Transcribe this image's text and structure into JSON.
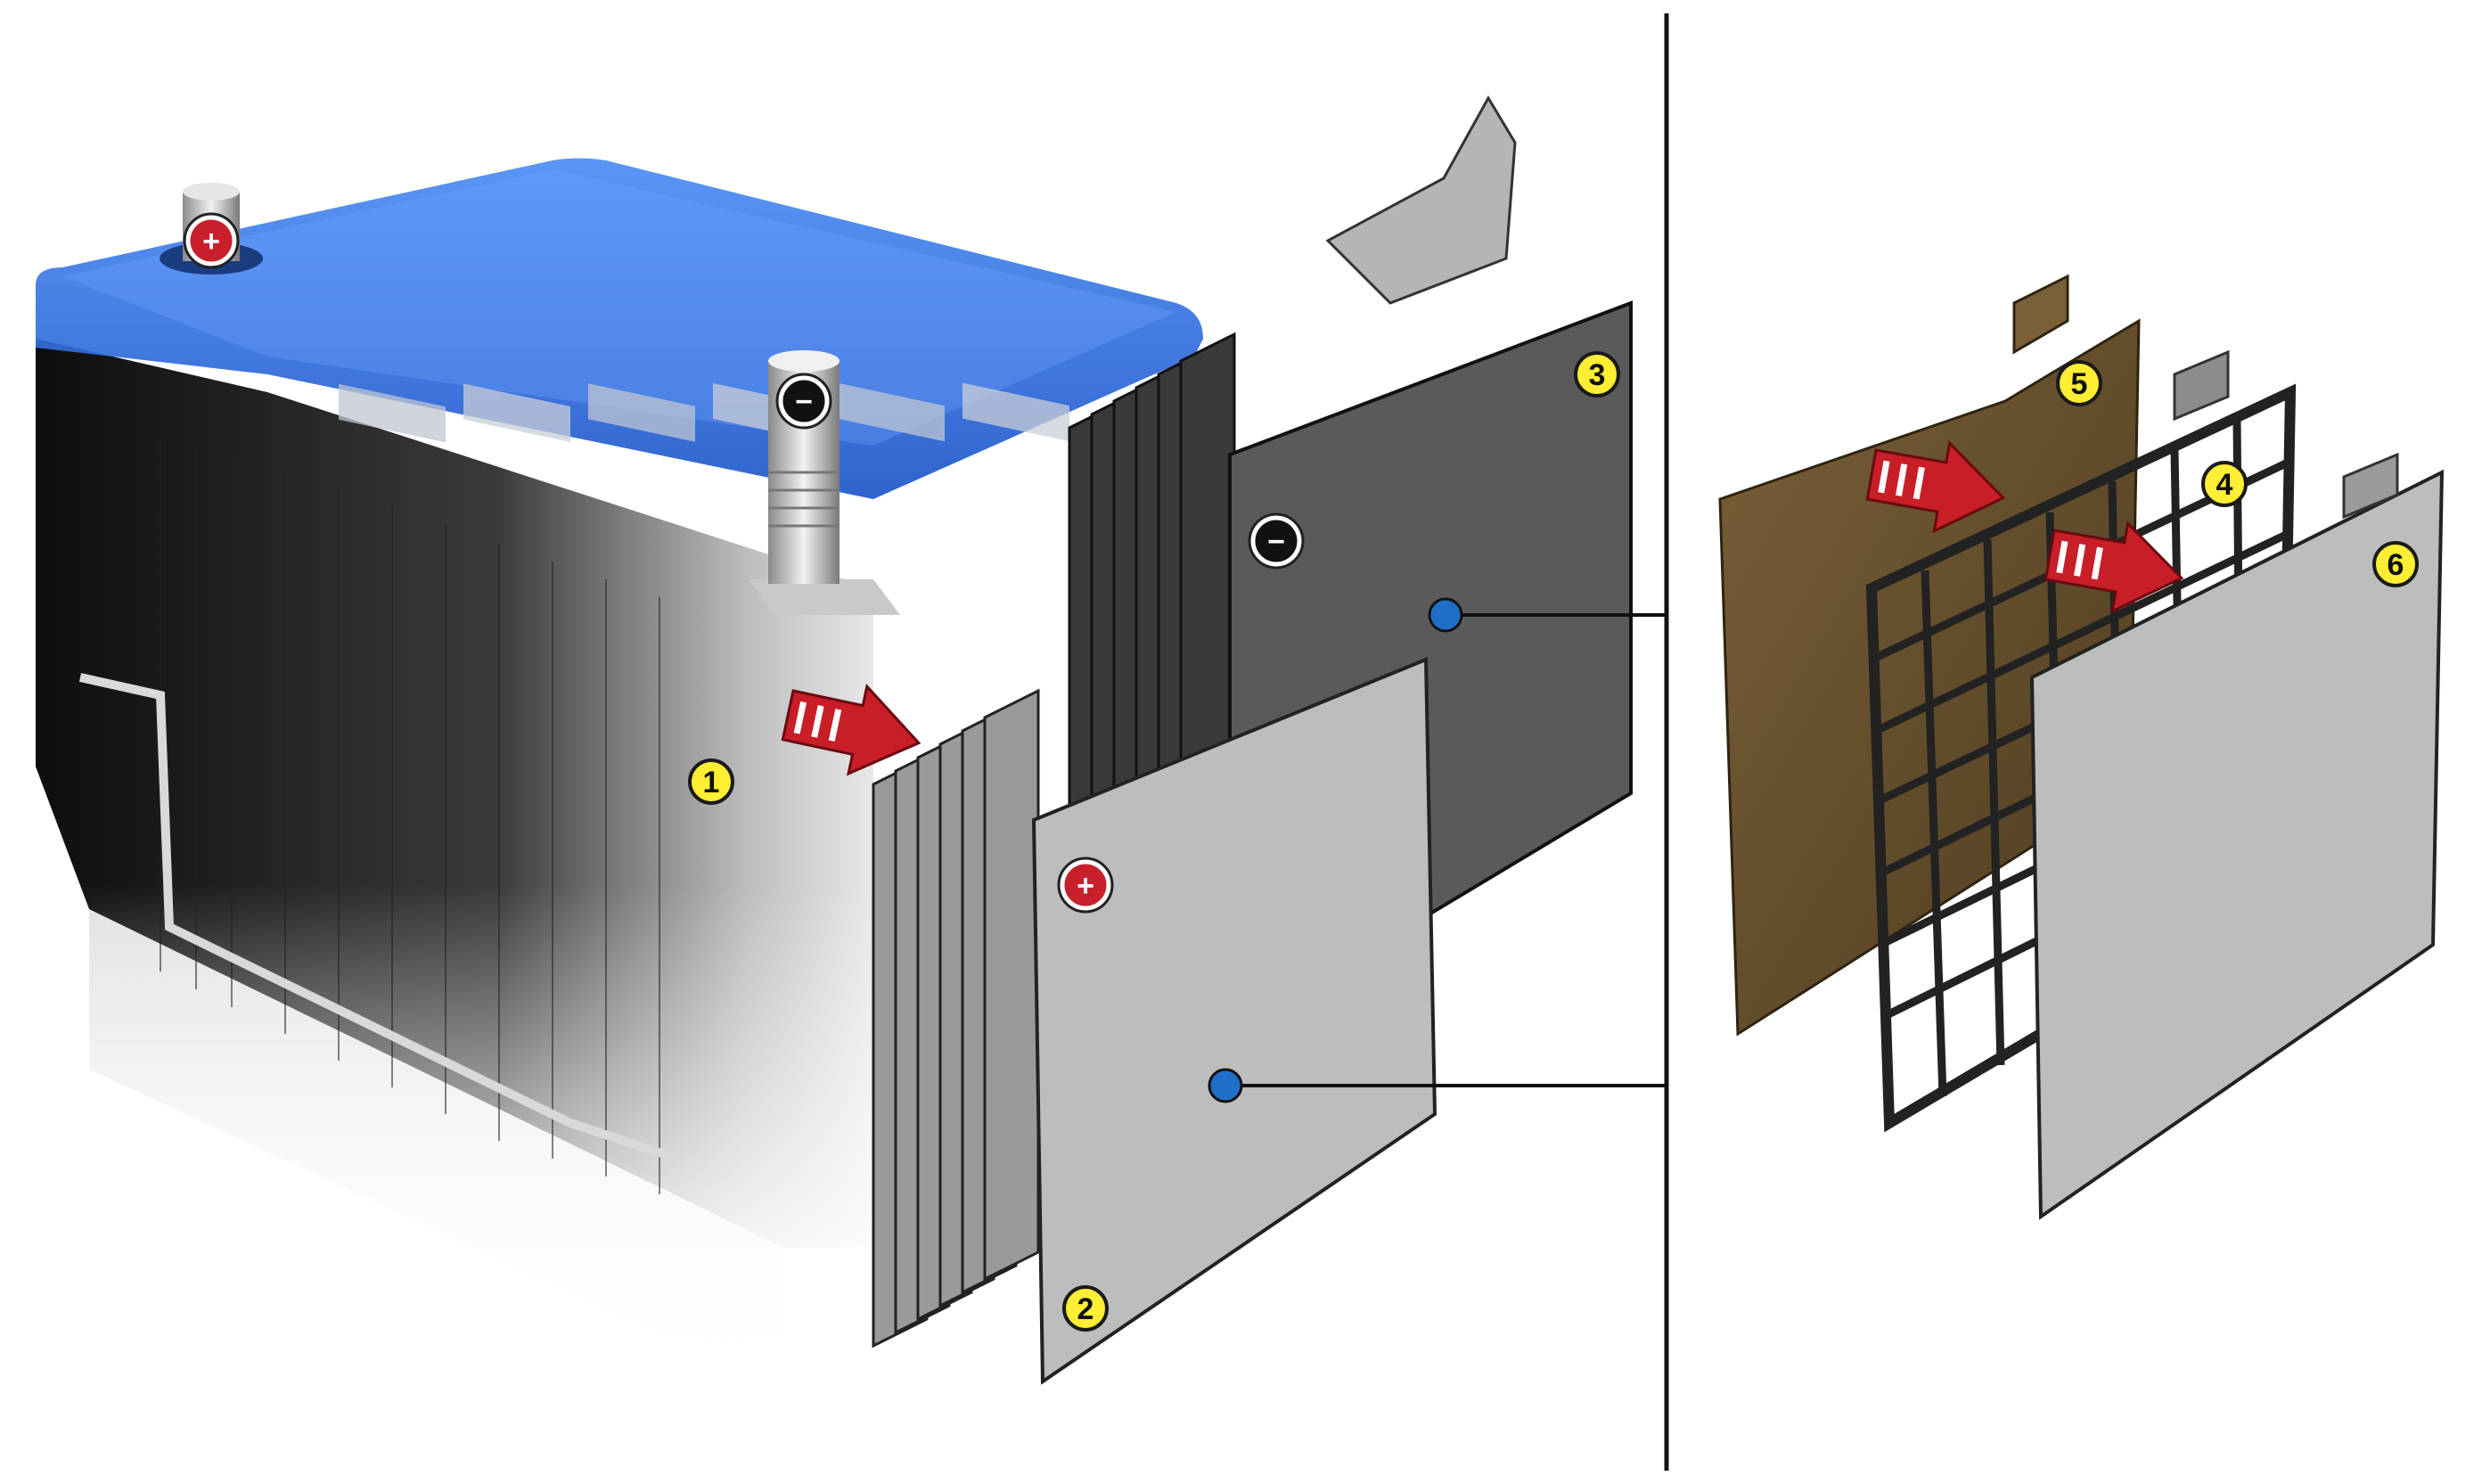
{
  "callouts": [
    {
      "id": "c1",
      "label": "1"
    },
    {
      "id": "c2",
      "label": "2"
    },
    {
      "id": "c3",
      "label": "3"
    },
    {
      "id": "c4",
      "label": "4"
    },
    {
      "id": "c5",
      "label": "5"
    },
    {
      "id": "c6",
      "label": "6"
    }
  ],
  "colors": {
    "callout_fill": "#ffee33",
    "callout_stroke": "#1a1a1a",
    "lid_blue": "#2f6fe0",
    "arrow_red": "#c81e28",
    "positive_red": "#c8202a",
    "negative_black": "#111111",
    "connector_dot": "#1f6fc9",
    "separator_brown": "#6b5532",
    "plate_light": "#bdbdbd",
    "plate_dark": "#5a5a5a"
  },
  "symbols": {
    "positive": "+",
    "negative": "−"
  },
  "icons": {
    "positive_terminal": "plus-circle-icon",
    "negative_terminal": "minus-circle-icon",
    "flow_arrow": "striped-arrow-icon"
  }
}
